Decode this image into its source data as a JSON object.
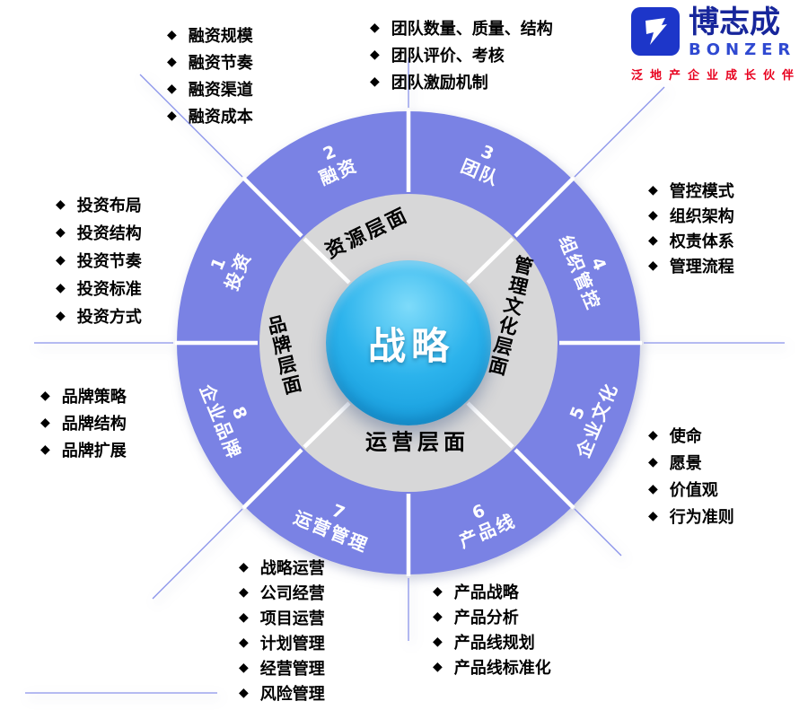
{
  "ui": {
    "bullet": "◆"
  },
  "logo": {
    "name_cn": "博志成",
    "name_en": "BONZER",
    "tagline": "泛地产企业成长伙伴"
  },
  "center": {
    "label": "战略"
  },
  "inner_ring": [
    {
      "label": "资源层面"
    },
    {
      "label": "管理文化层面"
    },
    {
      "label": "运营层面"
    },
    {
      "label": "品牌层面"
    }
  ],
  "segments": [
    {
      "number": "1",
      "label": "投资"
    },
    {
      "number": "2",
      "label": "融资"
    },
    {
      "number": "3",
      "label": "团队"
    },
    {
      "number": "4",
      "label": "组织管控"
    },
    {
      "number": "5",
      "label": "企业文化"
    },
    {
      "number": "6",
      "label": "产品线"
    },
    {
      "number": "7",
      "label": "运营管理"
    },
    {
      "number": "8",
      "label": "企业品牌"
    }
  ],
  "lists": {
    "financing": {
      "items": [
        "融资规模",
        "融资节奏",
        "融资渠道",
        "融资成本"
      ]
    },
    "team": {
      "items": [
        "团队数量、质量、结构",
        "团队评价、考核",
        "团队激励机制"
      ]
    },
    "org": {
      "items": [
        "管控模式",
        "组织架构",
        "权责体系",
        "管理流程"
      ]
    },
    "culture": {
      "items": [
        "使命",
        "愿景",
        "价值观",
        "行为准则"
      ]
    },
    "investment": {
      "items": [
        "投资布局",
        "投资结构",
        "投资节奏",
        "投资标准",
        "投资方式"
      ]
    },
    "brand": {
      "items": [
        "品牌策略",
        "品牌结构",
        "品牌扩展"
      ]
    },
    "operations": {
      "items": [
        "战略运营",
        "公司经营",
        "项目运营",
        "计划管理",
        "经营管理",
        "风险管理"
      ]
    },
    "product": {
      "items": [
        "产品战略",
        "产品分析",
        "产品线规划",
        "产品线标准化"
      ]
    }
  },
  "colors": {
    "ringBlue": "#7a82e4",
    "ringGray": "#d7d7d8",
    "centerTop": "#7edbfa",
    "centerMid": "#2cb3ec",
    "centerDeep": "#0d93d6",
    "lineBlue": "#8a93ea",
    "segText": "#ffffff",
    "logoNavy": "#17269b",
    "logoBlue": "#2f49d1",
    "logoMarkBlue": "#1d36c9",
    "logoRed": "#e8001e",
    "bullet": "#000000"
  }
}
